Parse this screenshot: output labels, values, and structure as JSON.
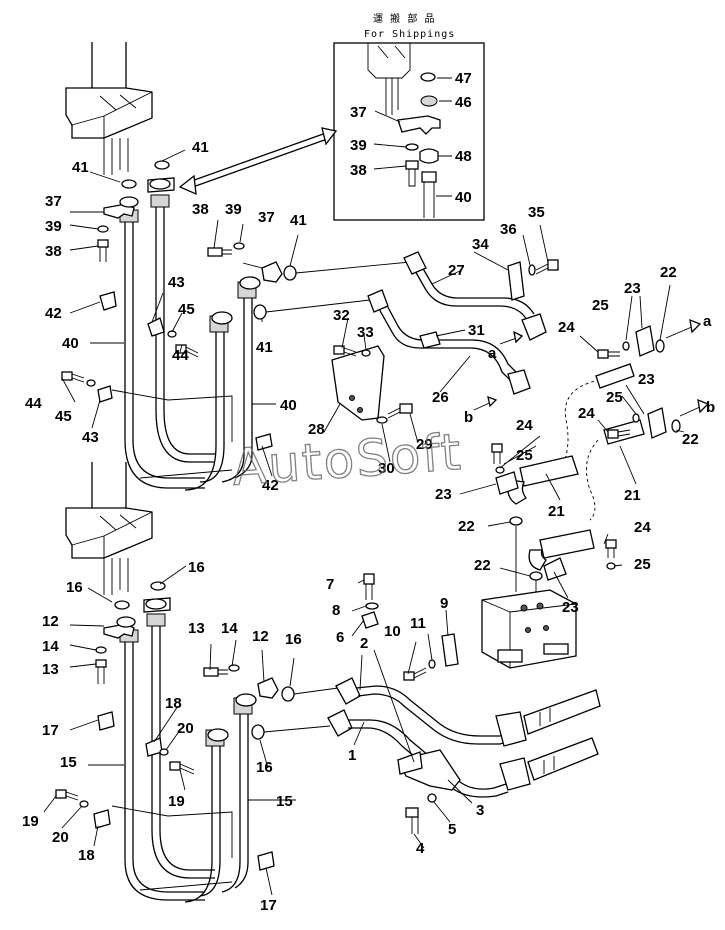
{
  "shipping_box": {
    "title_jp": "運 搬 部 品",
    "title_en": "For Shippings",
    "labels": [
      "47",
      "46",
      "37",
      "48",
      "39",
      "38",
      "40"
    ]
  },
  "watermark": "AutoSoft",
  "upper_assembly": {
    "labels": [
      "41",
      "41",
      "37",
      "39",
      "38",
      "38",
      "39",
      "37",
      "41",
      "43",
      "42",
      "45",
      "40",
      "44",
      "44",
      "45",
      "43",
      "41",
      "40",
      "42",
      "36",
      "35",
      "34",
      "27",
      "32",
      "33",
      "31",
      "a",
      "26",
      "28",
      "b",
      "29",
      "30"
    ]
  },
  "valve_assembly": {
    "labels": [
      "22",
      "25",
      "23",
      "24",
      "a",
      "23",
      "25",
      "24",
      "b",
      "22",
      "24",
      "25",
      "23",
      "21",
      "21",
      "22",
      "24",
      "25",
      "22",
      "23"
    ]
  },
  "lower_assembly": {
    "labels": [
      "16",
      "16",
      "12",
      "14",
      "13",
      "7",
      "9",
      "8",
      "6",
      "2",
      "10",
      "11",
      "13",
      "14",
      "12",
      "16",
      "17",
      "18",
      "20",
      "15",
      "16",
      "1",
      "19",
      "15",
      "3",
      "19",
      "20",
      "5",
      "18",
      "4",
      "17"
    ]
  }
}
